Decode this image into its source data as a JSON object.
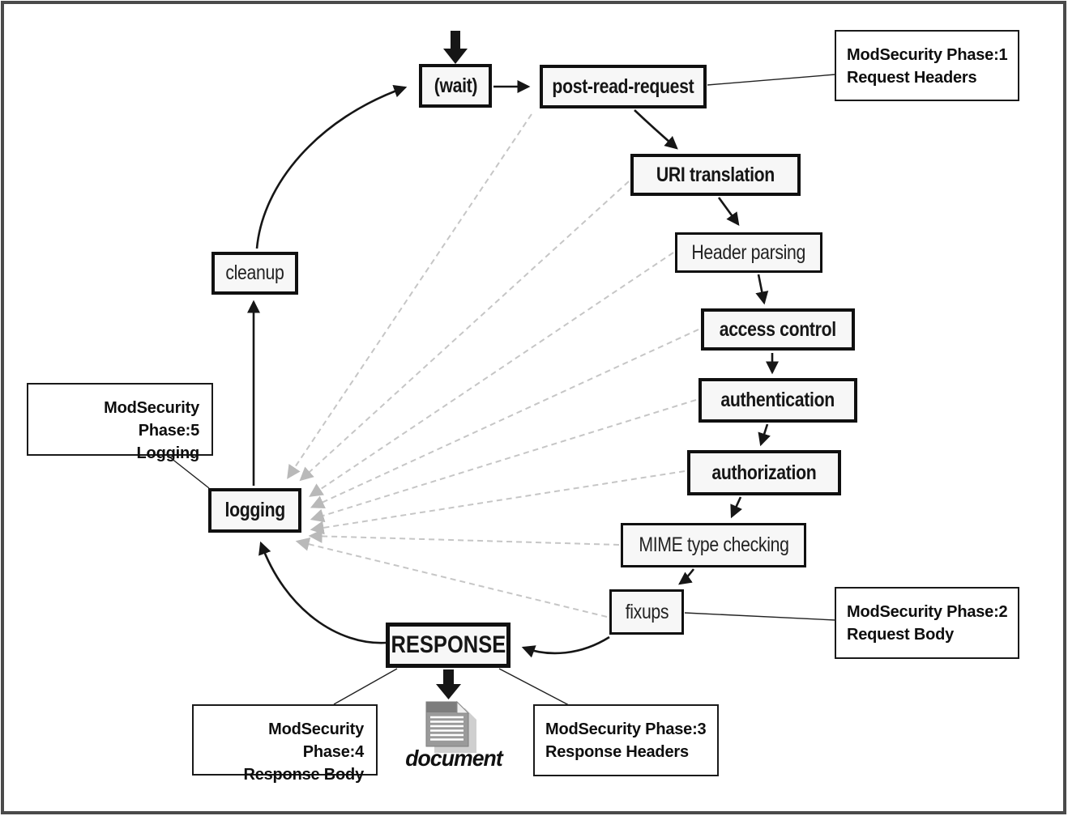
{
  "diagram": {
    "nodes": {
      "wait": {
        "label": "(wait)"
      },
      "post_read_request": {
        "label": "post-read-request"
      },
      "uri_translation": {
        "label": "URI translation"
      },
      "header_parsing": {
        "label": "Header parsing"
      },
      "access_control": {
        "label": "access control"
      },
      "authentication": {
        "label": "authentication"
      },
      "authorization": {
        "label": "authorization"
      },
      "mime_type_checking": {
        "label": "MIME type checking"
      },
      "fixups": {
        "label": "fixups"
      },
      "response": {
        "label": "RESPONSE"
      },
      "logging": {
        "label": "logging"
      },
      "cleanup": {
        "label": "cleanup"
      }
    },
    "annotations": {
      "phase1": {
        "line1": "ModSecurity Phase:1",
        "line2": "Request Headers"
      },
      "phase2": {
        "line1": "ModSecurity Phase:2",
        "line2": "Request Body"
      },
      "phase3": {
        "line1": "ModSecurity Phase:3",
        "line2": "Response Headers"
      },
      "phase4": {
        "line1": "ModSecurity Phase:4",
        "line2": "Response Body"
      },
      "phase5": {
        "line1": "ModSecurity Phase:5",
        "line2": "Logging"
      }
    },
    "document_label": "document",
    "flow_order": [
      "(wait)",
      "post-read-request",
      "URI translation",
      "Header parsing",
      "access control",
      "authentication",
      "authorization",
      "MIME type checking",
      "fixups",
      "RESPONSE",
      "logging",
      "cleanup"
    ],
    "logging_dashed_sources": [
      "post-read-request",
      "URI translation",
      "Header parsing",
      "access control",
      "authentication",
      "authorization",
      "MIME type checking",
      "fixups"
    ],
    "colors": {
      "node_fill": "#f7f7f7",
      "line": "#161616",
      "dashed_gray": "#c6c6c6",
      "frame": "#4a4a4a",
      "doc_gray": "#9a9a9a"
    }
  }
}
